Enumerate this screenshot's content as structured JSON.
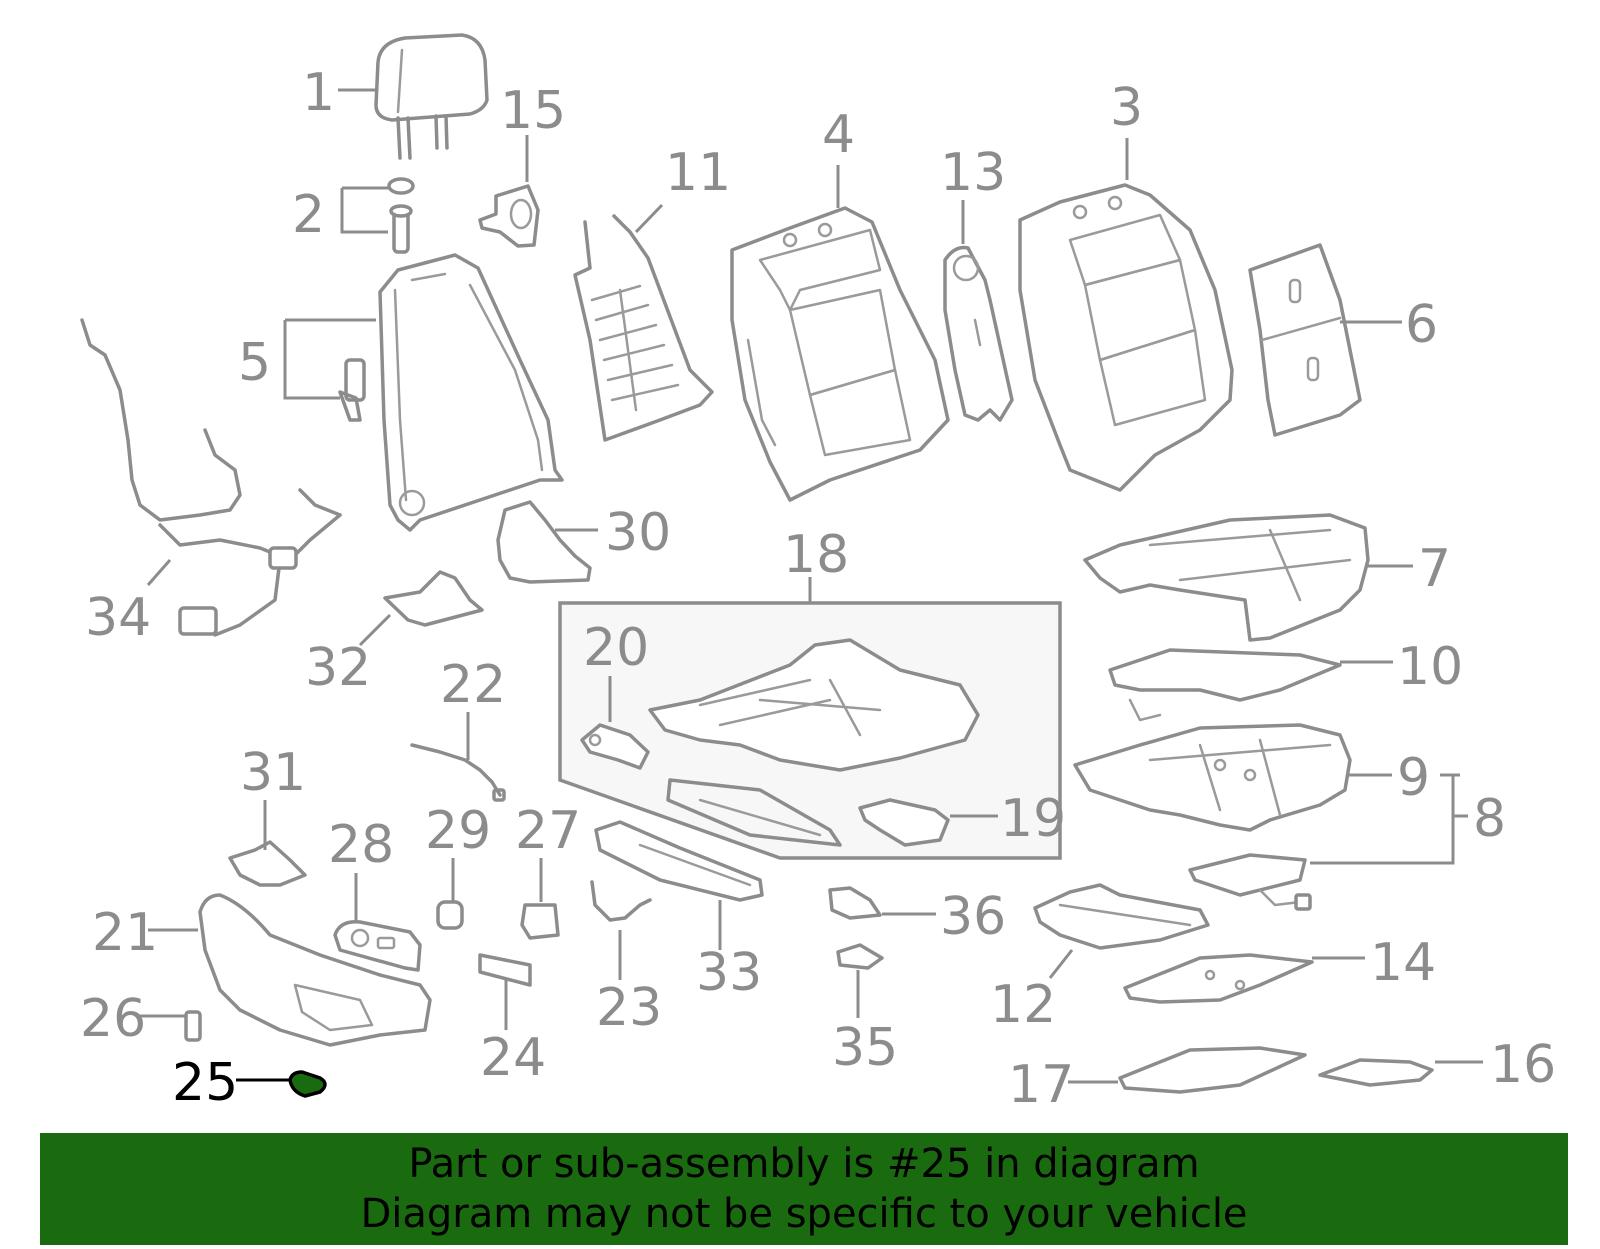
{
  "colors": {
    "line": "#8c8c8c",
    "highlight_part": "#1a6b0f",
    "banner_bg": "#1a6b0f",
    "banner_text": "#000000",
    "subassembly_box_bg": "#f7f7f7"
  },
  "callouts": {
    "c1": "1",
    "c2": "2",
    "c3": "3",
    "c4": "4",
    "c5": "5",
    "c6": "6",
    "c7": "7",
    "c8": "8",
    "c9": "9",
    "c10": "10",
    "c11": "11",
    "c12": "12",
    "c13": "13",
    "c14": "14",
    "c15": "15",
    "c16": "16",
    "c17": "17",
    "c18": "18",
    "c19": "19",
    "c20": "20",
    "c21": "21",
    "c22": "22",
    "c23": "23",
    "c24": "24",
    "c25": "25",
    "c26": "26",
    "c27": "27",
    "c28": "28",
    "c29": "29",
    "c30": "30",
    "c31": "31",
    "c32": "32",
    "c33": "33",
    "c34": "34",
    "c35": "35",
    "c36": "36"
  },
  "highlighted_part": "25",
  "banner": {
    "line1": "Part or sub-assembly is #25 in diagram",
    "line2": "Diagram may not be specific to your vehicle"
  }
}
